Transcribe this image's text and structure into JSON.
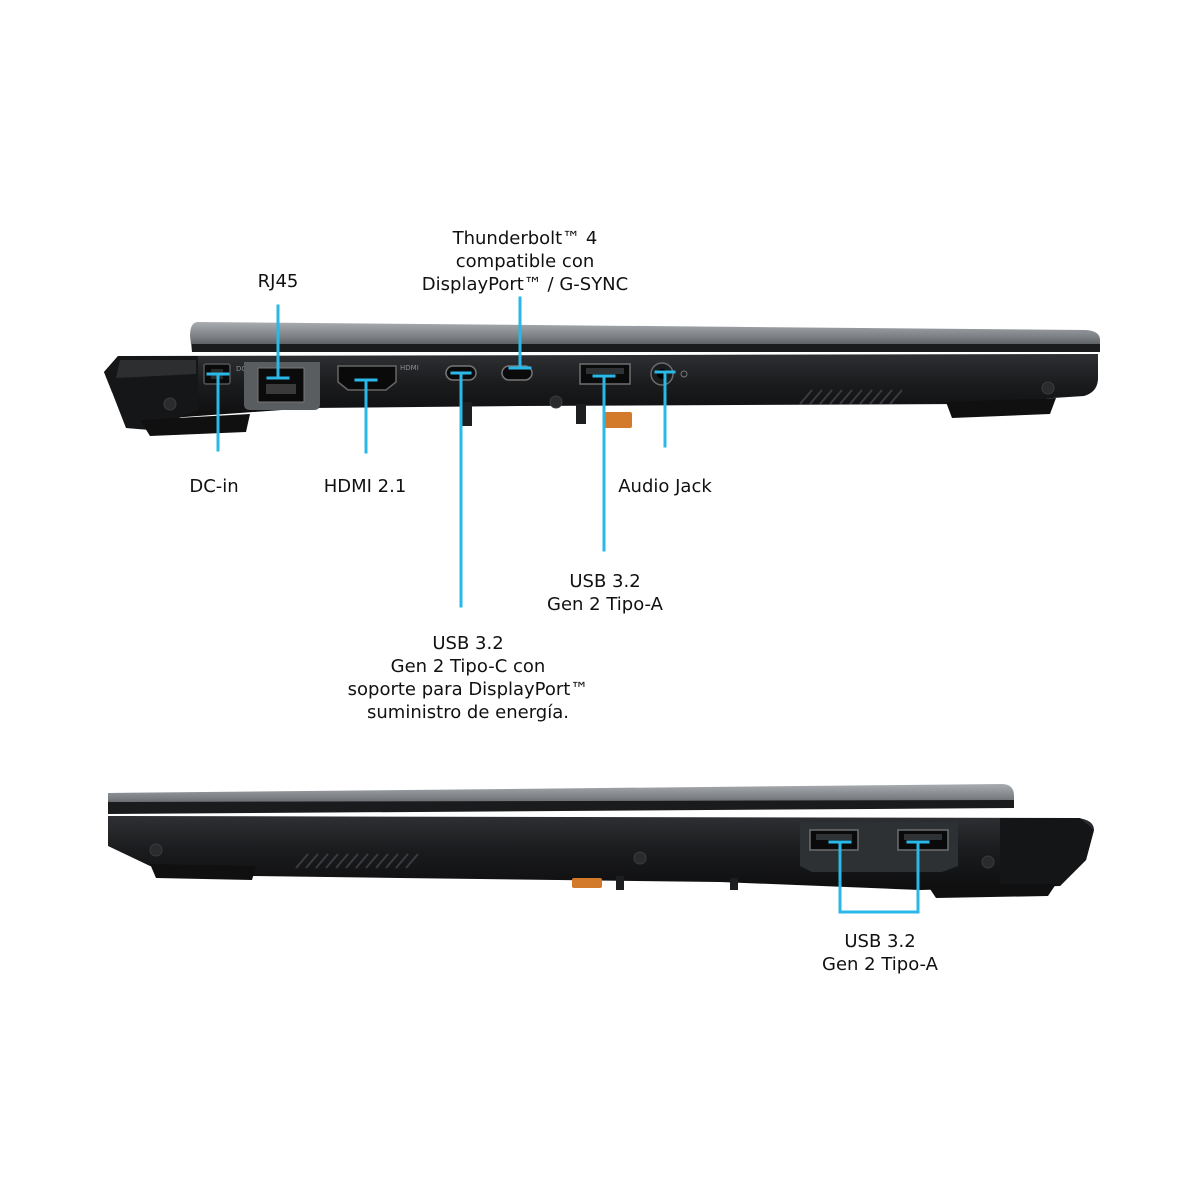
{
  "accent_color": "#29b8e8",
  "side_a": {
    "callouts": [
      {
        "id": "rj45",
        "lines": [
          "RJ45"
        ]
      },
      {
        "id": "thunderbolt",
        "lines": [
          "Thunderbolt™ 4",
          "compatible con",
          "DisplayPort™ / G-SYNC"
        ]
      },
      {
        "id": "dc-in",
        "lines": [
          "DC-in"
        ]
      },
      {
        "id": "hdmi",
        "lines": [
          "HDMI 2.1"
        ]
      },
      {
        "id": "audio-jack",
        "lines": [
          "Audio Jack"
        ]
      },
      {
        "id": "usb-a-left",
        "lines": [
          "USB 3.2",
          "Gen 2 Tipo-A"
        ]
      },
      {
        "id": "usb-c",
        "lines": [
          "USB 3.2",
          "Gen 2 Tipo-C con",
          "soporte para DisplayPort™",
          "suministro de energía."
        ]
      }
    ],
    "port_markings": {
      "dc": "DCIN",
      "hdmi": "HDMI"
    }
  },
  "side_b": {
    "callouts": [
      {
        "id": "usb-a-right",
        "lines": [
          "USB 3.2",
          "Gen 2 Tipo-A"
        ]
      }
    ]
  }
}
